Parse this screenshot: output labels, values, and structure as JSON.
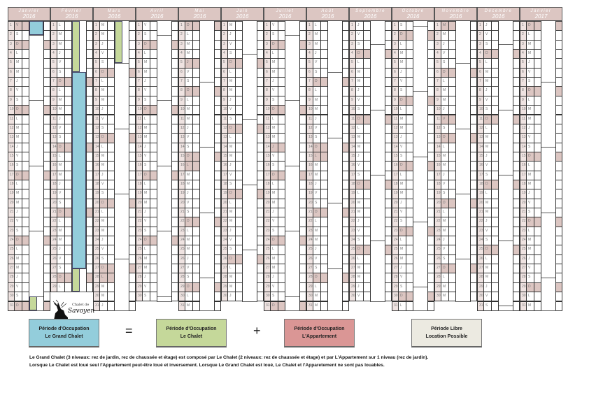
{
  "weekday_letters": [
    "L",
    "M",
    "M",
    "J",
    "V",
    "S",
    "D"
  ],
  "months": [
    {
      "name": "Janvier",
      "year": "2016",
      "days": 31,
      "start": 4,
      "holidays": [
        1
      ]
    },
    {
      "name": "Février",
      "year": "2016",
      "days": 29,
      "start": 0,
      "holidays": []
    },
    {
      "name": "Mars",
      "year": "2016",
      "days": 31,
      "start": 1,
      "holidays": [
        28
      ]
    },
    {
      "name": "Avril",
      "year": "2016",
      "days": 30,
      "start": 4,
      "holidays": []
    },
    {
      "name": "Mai",
      "year": "2016",
      "days": 31,
      "start": 6,
      "holidays": [
        1,
        5,
        8,
        16
      ]
    },
    {
      "name": "Juin",
      "year": "2016",
      "days": 30,
      "start": 2,
      "holidays": []
    },
    {
      "name": "Juillet",
      "year": "2016",
      "days": 31,
      "start": 4,
      "holidays": [
        14
      ]
    },
    {
      "name": "Août",
      "year": "2016",
      "days": 31,
      "start": 0,
      "holidays": [
        15
      ]
    },
    {
      "name": "Septembre",
      "year": "2016",
      "days": 30,
      "start": 3,
      "holidays": []
    },
    {
      "name": "Octobre",
      "year": "2016",
      "days": 31,
      "start": 5,
      "holidays": []
    },
    {
      "name": "Novembre",
      "year": "2016",
      "days": 30,
      "start": 1,
      "holidays": [
        1,
        11
      ]
    },
    {
      "name": "Décembre",
      "year": "2016",
      "days": 31,
      "start": 3,
      "holidays": [
        25
      ]
    },
    {
      "name": "Janvier",
      "year": "2017",
      "days": 31,
      "start": 6,
      "holidays": [
        1
      ]
    }
  ],
  "bookings": [
    {
      "month": 0,
      "type": "grand",
      "from": 1,
      "to": 2.5
    },
    {
      "month": 0,
      "type": "chalet",
      "from": 30.5,
      "to": 32
    },
    {
      "month": 1,
      "type": "chalet",
      "from": 1,
      "to": 6.5
    },
    {
      "month": 1,
      "type": "grand",
      "from": 6.5,
      "to": 27.5
    },
    {
      "month": 1,
      "type": "chalet",
      "from": 27.5,
      "to": 30
    },
    {
      "month": 2,
      "type": "chalet",
      "from": 1,
      "to": 5.5
    }
  ],
  "colors": {
    "grand": "#93cddb",
    "chalet": "#c5d89a",
    "appartement": "#da9695",
    "libre": "#eceae1",
    "header": "#dcc6c2"
  },
  "logo": {
    "line1": "Chalet de",
    "line2": "Savoyen"
  },
  "legend": {
    "grand": {
      "l1": "Période d'Occupation",
      "l2": "Le Grand Chalet"
    },
    "equals": "=",
    "chalet": {
      "l1": "Période d'Occupation",
      "l2": "Le Chalet"
    },
    "plus": "+",
    "appartement": {
      "l1": "Période d'Occupation",
      "l2": "L'Appartement"
    },
    "libre": {
      "l1": "Période Libre",
      "l2": "Location Possible"
    }
  },
  "notes": [
    "Le Grand Chalet (3 niveaux: rez de jardin, rez de chaussée et étage) est composé  par Le Chalet (2 niveaux: rez de chaussée et étage) et par L'Appartement sur 1 niveau (rez de jardin).",
    "Lorsque Le Chalet est loué seul l'Appartement peut-être loué et inversement. Lorsque Le Grand Chalet est loué, Le Chalet et l'Apparetement ne sont pas louables."
  ]
}
